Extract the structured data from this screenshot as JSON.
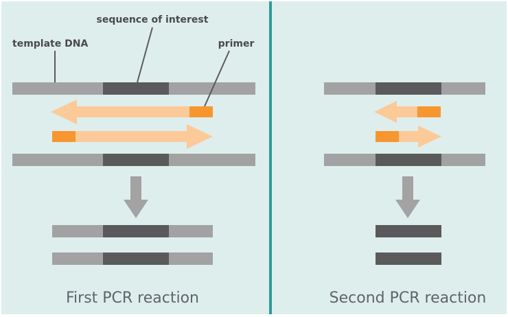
{
  "labels": {
    "sequence_of_interest": "sequence of interest",
    "template_dna": "template DNA",
    "primer": "primer"
  },
  "captions": {
    "first": "First PCR reaction",
    "second": "Second PCR reaction"
  },
  "colors": {
    "panel_background": "#deeeed",
    "divider": "#2f9a98",
    "flank_dna": "#a2a2a2",
    "target_dna": "#5a5a5a",
    "extension_arrow": "#fcc998",
    "primer": "#f7962e",
    "process_arrow": "#a3a3a3"
  }
}
